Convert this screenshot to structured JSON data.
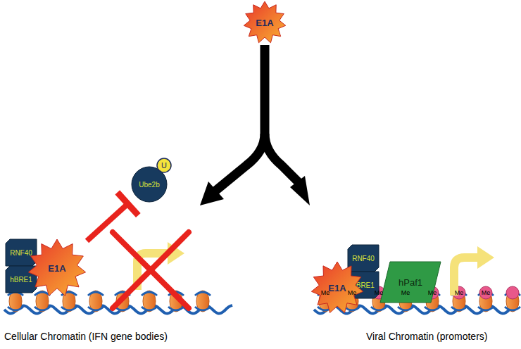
{
  "diagram": {
    "nodes": [
      {
        "text": [
          "E1A"
        ]
      },
      {
        "text": [
          "RNF40"
        ]
      },
      {
        "text": [
          "hBRE1"
        ]
      },
      {
        "text": [
          "E1A"
        ]
      },
      {
        "text": [
          "Ube2b"
        ]
      },
      {
        "text": [
          "U"
        ],
        "in": 4
      },
      {
        "text": [
          "RNF40"
        ]
      },
      {
        "text": [
          "hBRE1"
        ]
      },
      {
        "text": [
          "E1A"
        ]
      },
      {
        "text": [
          "hPaf1"
        ]
      }
    ],
    "edges": [
      {
        "from": 3,
        "to": 4,
        "arrow": "to"
      }
    ],
    "labels": [
      "Cellular Chromatin (IFN gene bodies)",
      "Viral Chromatin (promoters)",
      "Me",
      "Me",
      "Me",
      "Me",
      "Me",
      "Me",
      "Me"
    ]
  }
}
